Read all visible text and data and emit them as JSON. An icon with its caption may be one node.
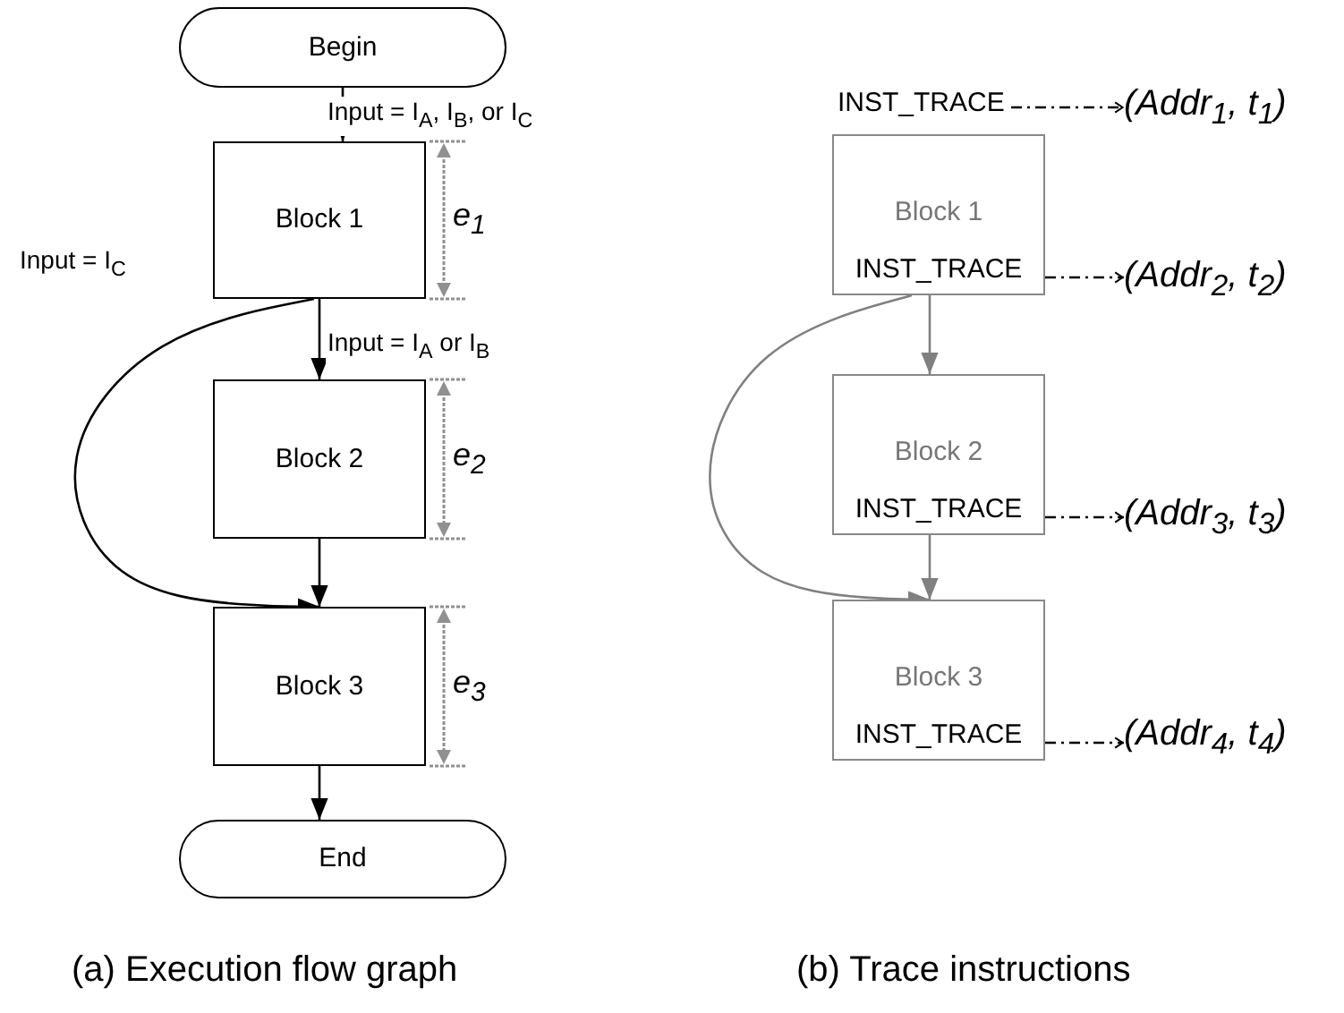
{
  "diagram": {
    "nodes": [
      {
        "text": [
          "Begin"
        ]
      },
      {
        "text": [
          "Block 1"
        ],
        "beside": [
          "e$_{1}$"
        ]
      },
      {
        "text": [
          "Block 2"
        ],
        "beside": [
          "e$_{2}$"
        ]
      },
      {
        "text": [
          "Block 3"
        ],
        "beside": [
          "e$_{3}$"
        ]
      },
      {
        "text": [
          "End"
        ]
      },
      {
        "text": [
          "INST_TRACE"
        ]
      },
      {
        "text": [
          "(Addr$_{1}$, t$_{1}$)"
        ]
      },
      {
        "text": [
          "Block 1",
          "INST_TRACE"
        ]
      },
      {
        "text": [
          "(Addr$_{2}$, t$_{2}$)"
        ]
      },
      {
        "text": [
          "Block 2",
          "INST_TRACE"
        ]
      },
      {
        "text": [
          "(Addr$_{3}$, t$_{3}$)"
        ]
      },
      {
        "text": [
          "Block 3",
          "INST_TRACE"
        ]
      },
      {
        "text": [
          "(Addr$_{4}$, t$_{4}$)"
        ]
      }
    ],
    "edges": [
      {
        "from": 0,
        "to": 1,
        "arrow": "to",
        "label": "Input = I$_{A}$, I$_{B}$, or I$_{C}$"
      },
      {
        "from": 1,
        "to": 2,
        "arrow": "to",
        "label": "Input = I$_{A}$ or I$_{B}$"
      },
      {
        "from": 1,
        "to": 3,
        "arrow": "to",
        "label": "Input = I$_{C}$"
      },
      {
        "from": 2,
        "to": 3,
        "arrow": "to"
      },
      {
        "from": 3,
        "to": 4,
        "arrow": "to"
      },
      {
        "from": 5,
        "to": 6,
        "arrow": "to",
        "style": "dashed"
      },
      {
        "from": 7,
        "to": 8,
        "arrow": "to",
        "style": "dashed"
      },
      {
        "from": 7,
        "to": 9,
        "arrow": "to",
        "color": "#808080"
      },
      {
        "from": 7,
        "to": 11,
        "arrow": "to",
        "color": "#808080"
      },
      {
        "from": 9,
        "to": 10,
        "arrow": "to",
        "style": "dashed"
      },
      {
        "from": 9,
        "to": 11,
        "arrow": "to",
        "color": "#808080"
      },
      {
        "from": 11,
        "to": 12,
        "arrow": "to",
        "style": "dashed"
      }
    ],
    "labels": [
      "(a) Execution flow graph",
      "(b) Trace instructions"
    ]
  }
}
